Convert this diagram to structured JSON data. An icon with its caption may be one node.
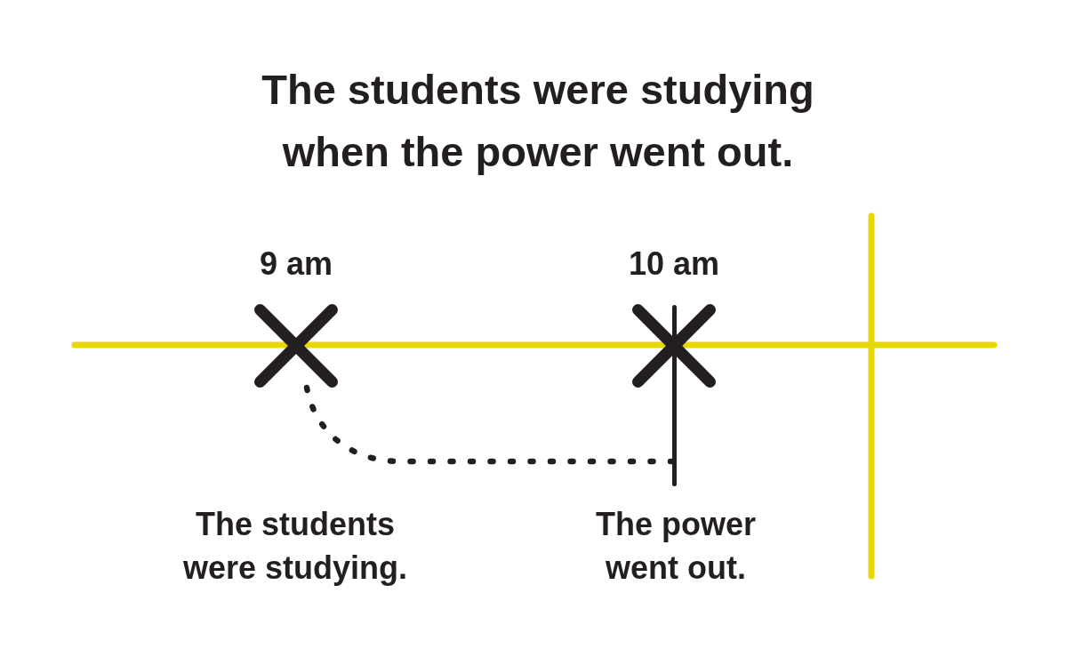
{
  "diagram": {
    "title": "The students were studying when the power went out.",
    "nodes": [
      {
        "text": [],
        "shape": "cross",
        "beside": [
          "9 am"
        ]
      },
      {
        "text": [],
        "shape": "cross",
        "beside": [
          "10 am"
        ]
      },
      {
        "text": [],
        "shape": "bar"
      }
    ],
    "edges": [
      {
        "from": 0,
        "to": 2,
        "arrow": "none",
        "style": "dashed"
      }
    ],
    "labels": [
      "The students were studying.",
      "The power went out."
    ]
  }
}
